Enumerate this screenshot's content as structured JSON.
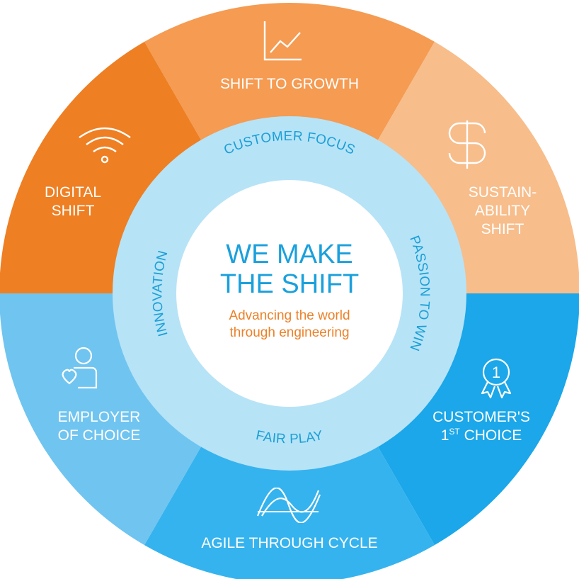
{
  "colors": {
    "shift_to_growth": "#f59b52",
    "digital_shift": "#ee7f23",
    "sustainability_shift": "#f7bd8b",
    "customers_first_choice": "#1ba7e9",
    "agile_through_cycle": "#35b3ee",
    "employer_of_choice": "#70c4f0",
    "inner_ring": "#b7e3f7",
    "center": "#ffffff",
    "center_title": "#1aa0dc",
    "center_subtitle": "#ec8128"
  },
  "center": {
    "title_line1": "WE MAKE",
    "title_line2": "THE SHIFT",
    "subtitle_line1": "Advancing the world",
    "subtitle_line2": "through engineering"
  },
  "values_ring": {
    "top": "CUSTOMER FOCUS",
    "right": "PASSION TO WIN",
    "bottom": "FAIR PLAY",
    "left": "INNOVATION"
  },
  "segments": {
    "shift_to_growth": {
      "label": "SHIFT TO GROWTH",
      "icon": "line-chart-icon"
    },
    "digital_shift": {
      "line1": "DIGITAL",
      "line2": "SHIFT",
      "icon": "wifi-icon"
    },
    "sustainability_shift": {
      "line1": "SUSTAIN-",
      "line2": "ABILITY",
      "line3": "SHIFT",
      "icon": "dollar-sign-icon"
    },
    "customers_first_choice": {
      "line1": "CUSTOMER'S",
      "line2_num": "1",
      "line2_sup": "ST",
      "line2_rest": " CHOICE",
      "icon": "award-ribbon-icon"
    },
    "agile_through_cycle": {
      "label": "AGILE THROUGH CYCLE",
      "icon": "wave-cycle-icon"
    },
    "employer_of_choice": {
      "line1": "EMPLOYER",
      "line2": "OF CHOICE",
      "icon": "person-heart-icon"
    }
  }
}
